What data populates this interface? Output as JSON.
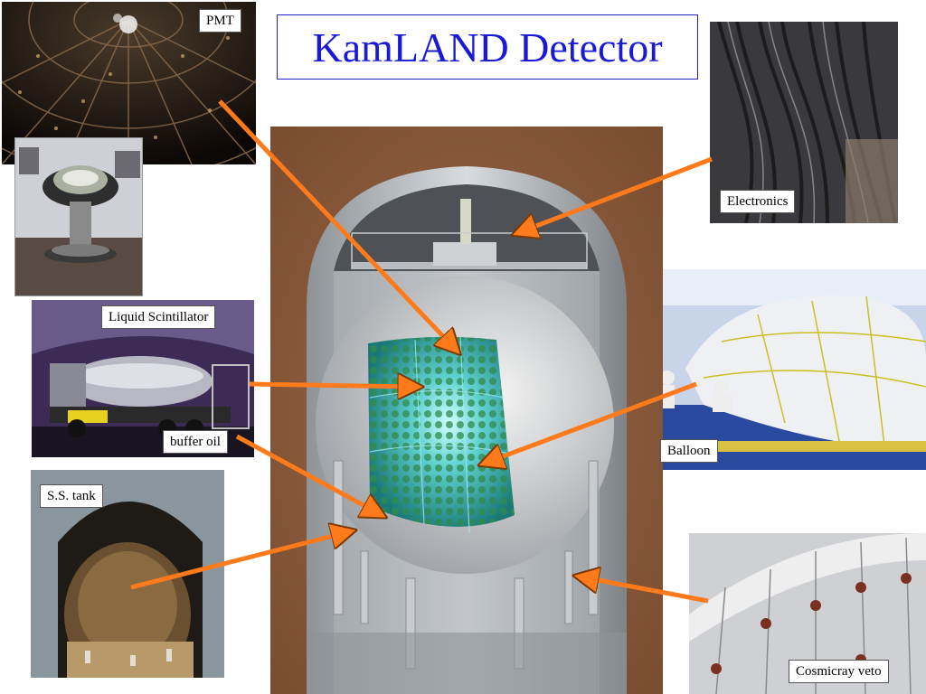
{
  "title": "KamLAND Detector",
  "labels": {
    "pmt": "PMT",
    "electronics": "Electronics",
    "liquid_scintillator": "Liquid Scintillator",
    "buffer_oil": "buffer oil",
    "balloon": "Balloon",
    "ss_tank": "S.S. tank",
    "cosmicray_veto": "Cosmicray veto"
  },
  "colors": {
    "title": "#1a1ad6",
    "arrow": "#ff7a1a",
    "soil": "#8b5a3a",
    "pmt_grid": "#2aa9a0"
  }
}
